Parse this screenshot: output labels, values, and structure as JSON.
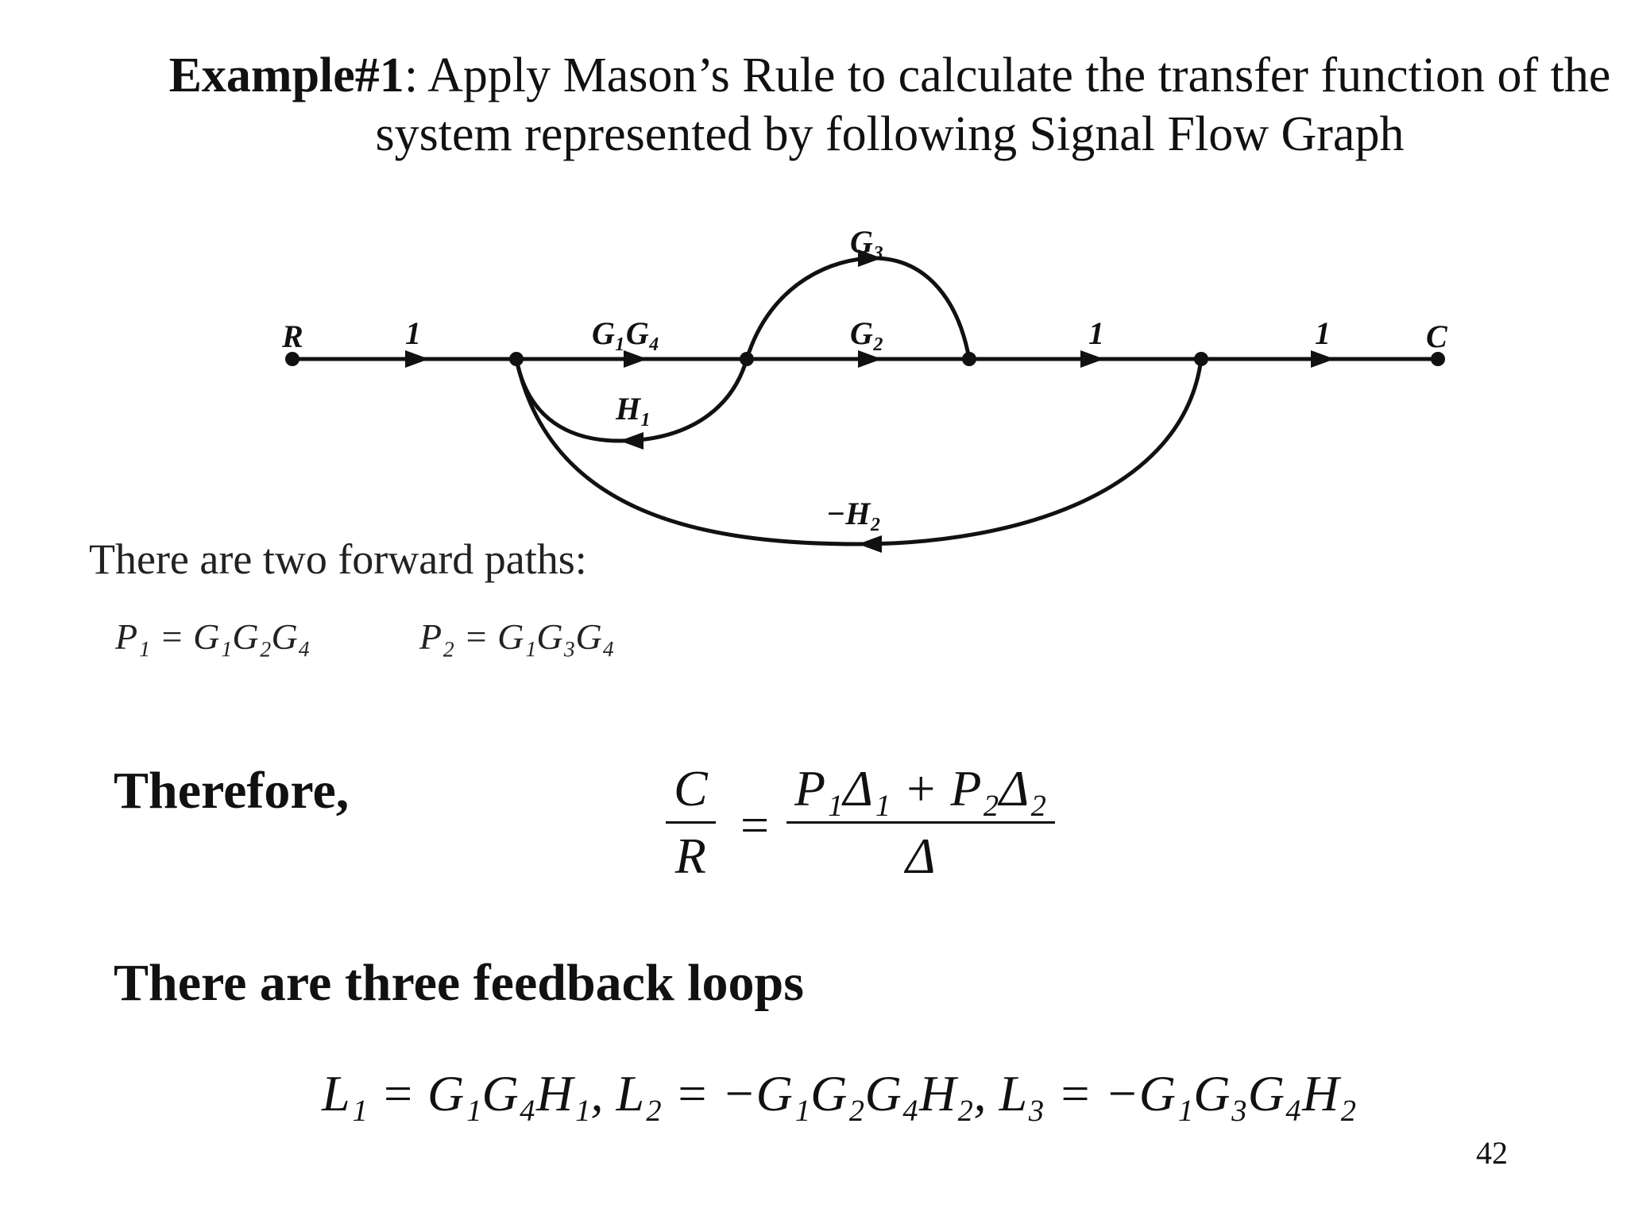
{
  "slide": {
    "title_bold": "Example#1",
    "title_rest": ": Apply Mason’s Rule to calculate the transfer function of the system represented by following Signal Flow Graph",
    "forward_heading": "There are two forward paths:",
    "path1": "P₁ = G₁G₂G₄",
    "path2": "P₂ = G₁G₃G₄",
    "therefore": "Therefore,",
    "tf_lhs_num": "C",
    "tf_lhs_den": "R",
    "tf_equals": "=",
    "tf_rhs_num": "P₁Δ₁ + P₂Δ₂",
    "tf_rhs_den": "Δ",
    "loops_heading": "There are three feedback loops",
    "loops_equation": "L₁ = G₁G₄H₁,    L₂ = −G₁G₂G₄H₂,    L₃ = −G₁G₃G₄H₂",
    "page_number": "42"
  },
  "signal_flow_graph": {
    "labels": {
      "input": "R",
      "output": "C",
      "branch_r": "1",
      "branch_g1g4": "G₁G₄",
      "branch_g2": "G₂",
      "branch_g3": "G₃",
      "branch_h1": "H₁",
      "branch_h2": "−H₂",
      "branch_out1": "1",
      "branch_out2": "1"
    },
    "line_color": "#111111"
  }
}
